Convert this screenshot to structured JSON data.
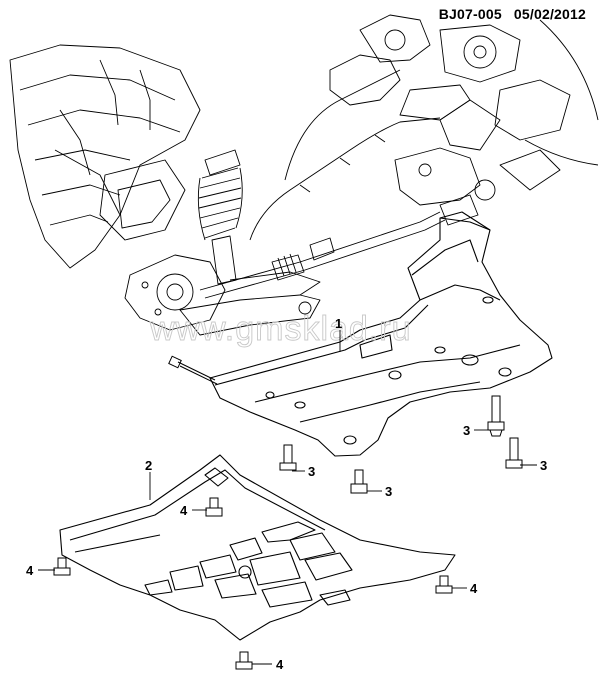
{
  "header": {
    "code": "BJ07-005",
    "date": "05/02/2012"
  },
  "watermark": "www.gmsklad.ru",
  "callouts": [
    {
      "id": "c1",
      "number": "1"
    },
    {
      "id": "c2",
      "number": "2"
    },
    {
      "id": "c3a",
      "number": "3"
    },
    {
      "id": "c3b",
      "number": "3"
    },
    {
      "id": "c3c",
      "number": "3"
    },
    {
      "id": "c3d",
      "number": "3"
    },
    {
      "id": "c4a",
      "number": "4"
    },
    {
      "id": "c4b",
      "number": "4"
    },
    {
      "id": "c4c",
      "number": "4"
    },
    {
      "id": "c4d",
      "number": "4"
    }
  ],
  "colors": {
    "line": "#000000",
    "background": "#ffffff",
    "watermark": "#c8c8c8"
  }
}
